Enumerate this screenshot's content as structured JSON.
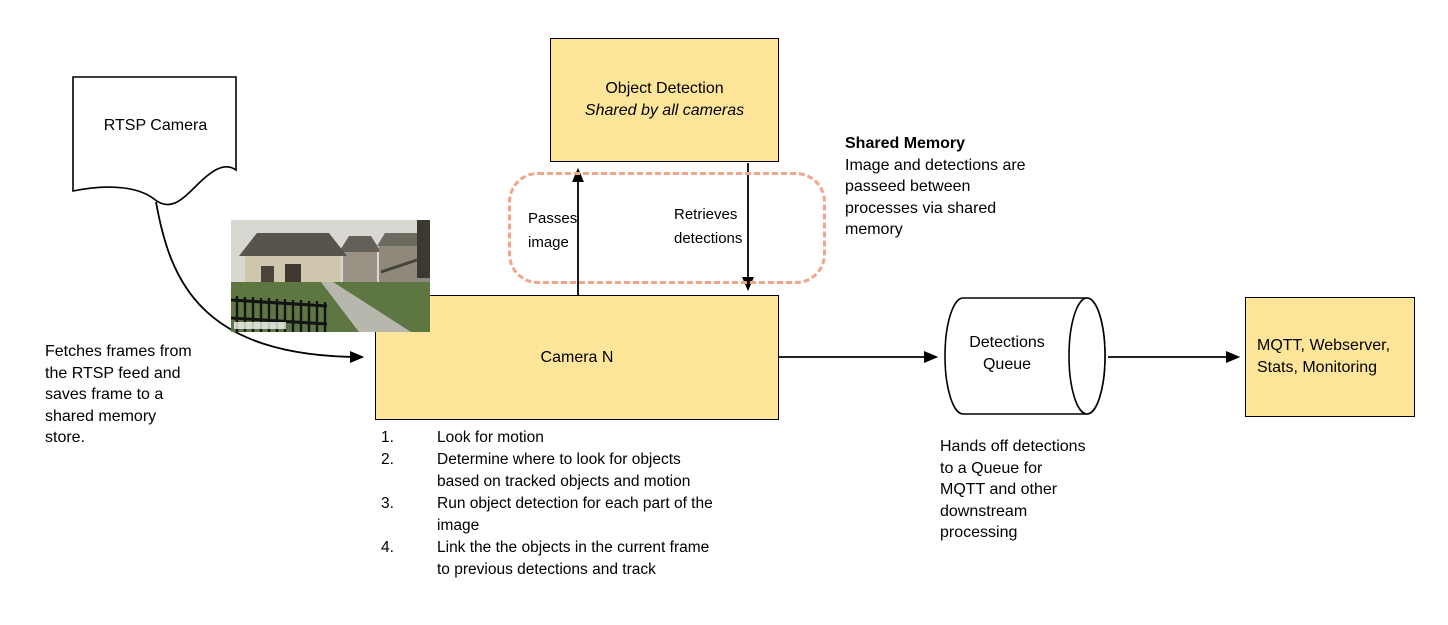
{
  "colors": {
    "node_fill": "#FFE599",
    "node_border": "#000000",
    "dash_color": "#F2A58C",
    "line_color": "#000000"
  },
  "nodes": {
    "rtsp_camera": {
      "label": "RTSP Camera"
    },
    "object_detection": {
      "title": "Object Detection",
      "subtitle": "Shared by all cameras"
    },
    "camera_n": {
      "label": "Camera N"
    },
    "detections_queue": {
      "label": "Detections\nQueue"
    },
    "outputs": {
      "label": "MQTT, Webserver,\nStats, Monitoring"
    }
  },
  "edge_labels": {
    "passes_image": "Passes\nimage",
    "retrieves_detections": "Retrieves\ndetections"
  },
  "annotations": {
    "fetch": "Fetches frames from\nthe RTSP feed and\nsaves frame to a\nshared memory\nstore.",
    "shared_memory_title": "Shared Memory",
    "shared_memory_body": "Image and detections are\npasseed between\nprocesses via shared\nmemory",
    "handoff": "Hands off detections\nto a Queue for\nMQTT and other\ndownstream\nprocessing"
  },
  "camera_steps": [
    {
      "num": "1.",
      "text": "Look for motion"
    },
    {
      "num": "2.",
      "text": "Determine where to look for objects\nbased on tracked objects and motion"
    },
    {
      "num": "3.",
      "text": "Run object detection for each part of the\nimage"
    },
    {
      "num": "4.",
      "text": "Link the the objects in the current frame\nto previous detections and track"
    }
  ]
}
